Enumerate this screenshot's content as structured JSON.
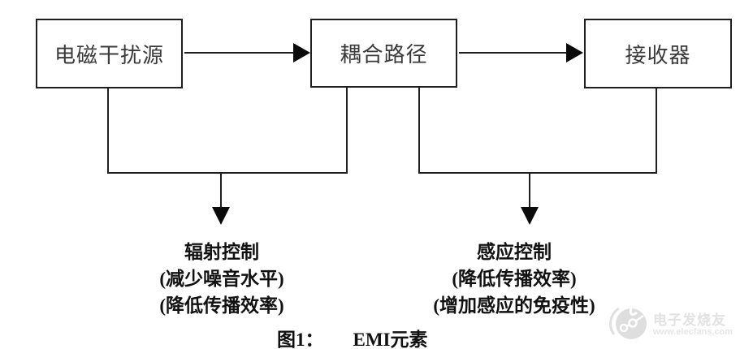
{
  "diagram": {
    "nodes": [
      {
        "id": "emi-source",
        "label": "电磁干扰源"
      },
      {
        "id": "coupling-path",
        "label": "耦合路径"
      },
      {
        "id": "receiver",
        "label": "接收器"
      }
    ],
    "flows": [
      {
        "from": "emi-source",
        "to": "coupling-path"
      },
      {
        "from": "coupling-path",
        "to": "receiver"
      }
    ],
    "controls": [
      {
        "title": "辐射控制",
        "notes": [
          "(减少噪音水平)",
          "(降低传播效率)"
        ]
      },
      {
        "title": "感应控制",
        "notes": [
          "(降低传播效率)",
          "(增加感应的免疫性)"
        ]
      }
    ],
    "caption": {
      "figure_label": "图1：",
      "figure_title": "EMI元素"
    }
  },
  "watermark": {
    "brand": "电子发烧友",
    "url": "www.elecfans.com"
  },
  "colors": {
    "line": "#1f1f1f",
    "arrow": "#0a0a0a",
    "node_text": "#3a3a3a",
    "label_text": "#111111",
    "watermark": "#e2e2e2",
    "background": "#ffffff"
  }
}
